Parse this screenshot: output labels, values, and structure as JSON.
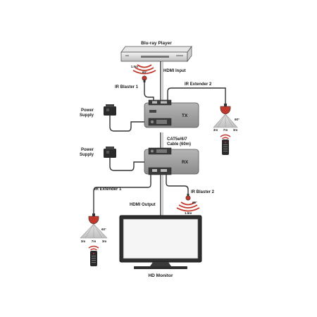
{
  "labels": {
    "bluray": "Blu-ray Player",
    "hdmi_input": "HDMI Input",
    "ir_blaster_1": "IR Blaster 1",
    "ir_extender_2": "IR Extender 2",
    "power_supply_top_1": "Power",
    "power_supply_top_2": "Supply",
    "power_supply_bottom_1": "Power",
    "power_supply_bottom_2": "Supply",
    "tx": "TX",
    "rx": "RX",
    "cable_1": "CAT5e/6/7",
    "cable_2": "Cable (60m)",
    "ir_extender_1": "IR Extender 1",
    "ir_blaster_2": "IR Blaster 2",
    "hdmi_output": "HDMI Output",
    "hd_monitor": "HD Monitor"
  },
  "ir_ranges": {
    "blaster1_distance": "1.5m",
    "blaster1_angle": "60°",
    "blaster2_distance": "1.5m",
    "blaster2_angle": "60°",
    "extender2_angle": "60°",
    "extender2_left": "3m",
    "extender2_center": "7m",
    "extender2_right": "3m",
    "extender1_angle": "60°",
    "extender1_left": "3m",
    "extender1_center": "7m",
    "extender1_right": "3m"
  },
  "colors": {
    "device_gray": "#9a9a9a",
    "device_dark": "#3a3a3a",
    "ir_red": "#c0392b",
    "cable": "#333333"
  }
}
